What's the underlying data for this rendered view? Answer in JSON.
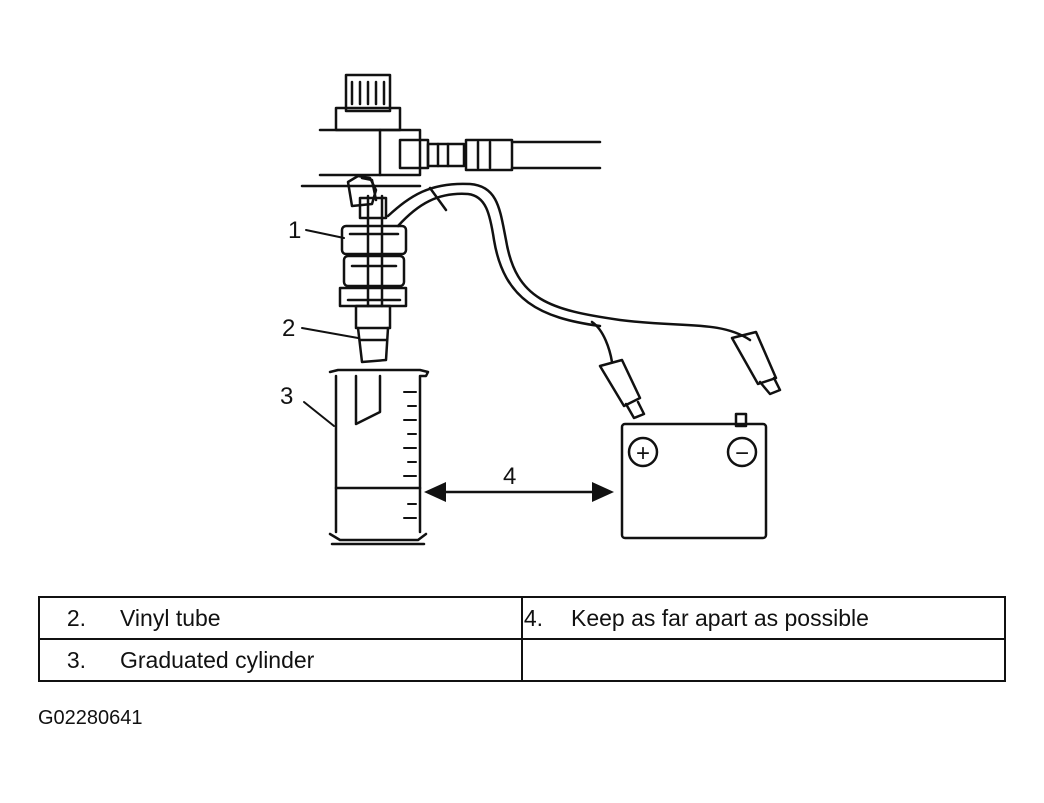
{
  "figure": {
    "callouts": [
      "1",
      "2",
      "3",
      "4"
    ],
    "battery_terminals": {
      "positive": "+",
      "negative": "−"
    }
  },
  "legend": {
    "rows": [
      [
        {
          "num": "2.",
          "text": "Vinyl tube"
        },
        {
          "num": "4.",
          "text": "Keep as far apart as possible"
        }
      ],
      [
        {
          "num": "3.",
          "text": "Graduated cylinder"
        },
        {
          "num": "",
          "text": ""
        }
      ]
    ]
  },
  "figure_code": "G02280641"
}
